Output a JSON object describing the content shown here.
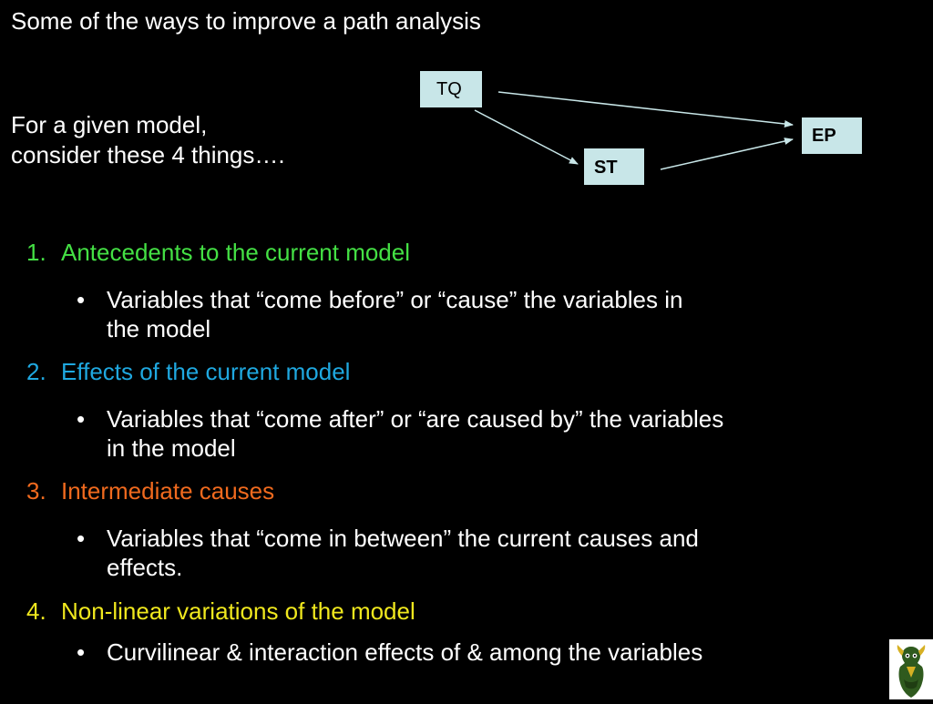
{
  "slide": {
    "title": "Some of the ways to improve a path analysis",
    "intro_line1": "For a given model,",
    "intro_line2": "consider these 4 things…."
  },
  "diagram": {
    "nodes": {
      "tq": "TQ",
      "st": "ST",
      "ep": "EP"
    },
    "node_fill": "#c8e6e8",
    "arrow_color": "#c8e6e8"
  },
  "items": [
    {
      "number": "1.",
      "heading": "Antecedents to the current model",
      "color": "#44e044",
      "bullet_lines": [
        "Variables that “come before” or “cause” the variables  in",
        "the model"
      ]
    },
    {
      "number": "2.",
      "heading": "Effects of the current model",
      "color": "#1fa8e0",
      "bullet_lines": [
        "Variables that “come after” or “are caused by” the variables",
        "in the model"
      ]
    },
    {
      "number": "3.",
      "heading": "Intermediate causes",
      "color": "#f06a1e",
      "bullet_lines": [
        "Variables that “come in between” the current causes and",
        "effects."
      ]
    },
    {
      "number": "4.",
      "heading": "Non-linear variations of the model",
      "color": "#f0e81e",
      "bullet_lines": [
        "Curvilinear & interaction effects of & among the variables"
      ]
    }
  ],
  "bullet_glyph": "•"
}
